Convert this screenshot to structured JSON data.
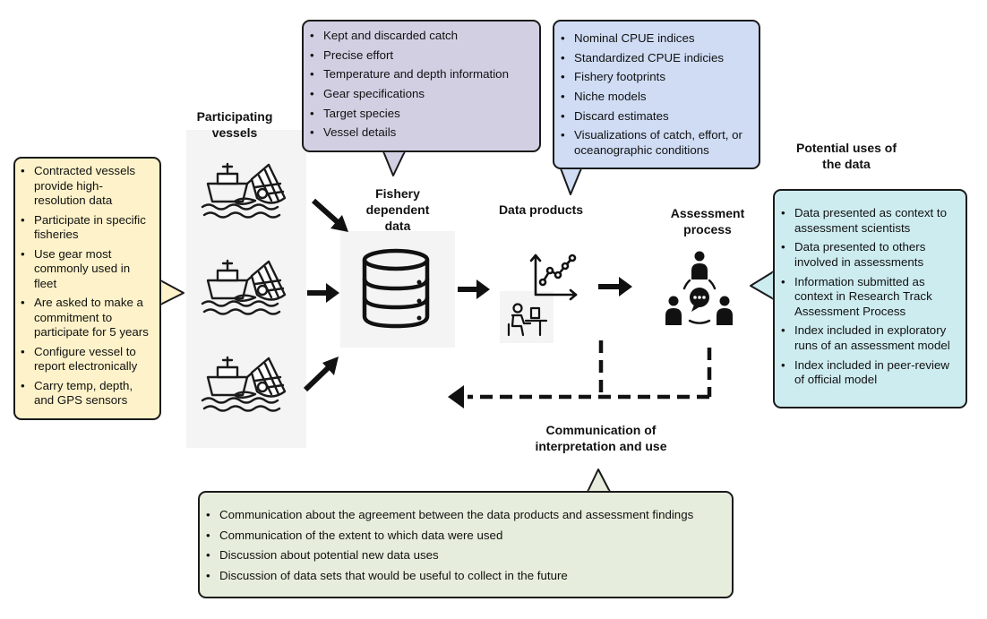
{
  "labels": {
    "participating_vessels": "Participating vessels",
    "fishery_dependent_data": "Fishery dependent data",
    "data_products": "Data products",
    "assessment_process": "Assessment process",
    "potential_uses": "Potential uses of the data",
    "communication": "Communication of interpretation and use"
  },
  "vessel_bullets": [
    "Contracted vessels provide high-resolution data",
    "Participate in specific fisheries",
    "Use gear most commonly used in fleet",
    "Are asked to make a commitment to participate for 5 years",
    "Configure vessel to report electronically",
    "Carry temp, depth, and GPS sensors"
  ],
  "data_bullets": [
    "Kept and discarded catch",
    "Precise effort",
    "Temperature and depth information",
    "Gear specifications",
    "Target species",
    "Vessel details"
  ],
  "product_bullets": [
    "Nominal CPUE indices",
    "Standardized CPUE indicies",
    "Fishery footprints",
    "Niche models",
    "Discard estimates",
    "Visualizations of catch, effort, or oceanographic conditions"
  ],
  "use_bullets": [
    "Data presented as context to assessment scientists",
    "Data presented to others involved in assessments",
    "Information submitted as context in Research Track Assessment Process",
    "Index included in exploratory runs of an assessment model",
    "Index included in peer-review of official model"
  ],
  "communication_bullets": [
    "Communication about the agreement between the data products and assessment findings",
    "Communication of the extent to which data were used",
    "Discussion about potential new data uses",
    "Discussion of data sets that would be useful to collect in the future"
  ],
  "colors": {
    "vessels_callout": "#fdf2c9",
    "data_callout": "#d3cfe3",
    "products_callout": "#cfdcf4",
    "uses_callout": "#cdecf0",
    "communication_callout": "#e6eddc",
    "panel": "#f4f4f4"
  },
  "icons": [
    "fishing-vessel-icon",
    "database-icon",
    "line-chart-icon",
    "analyst-at-desk-icon",
    "group-discussion-icon"
  ]
}
